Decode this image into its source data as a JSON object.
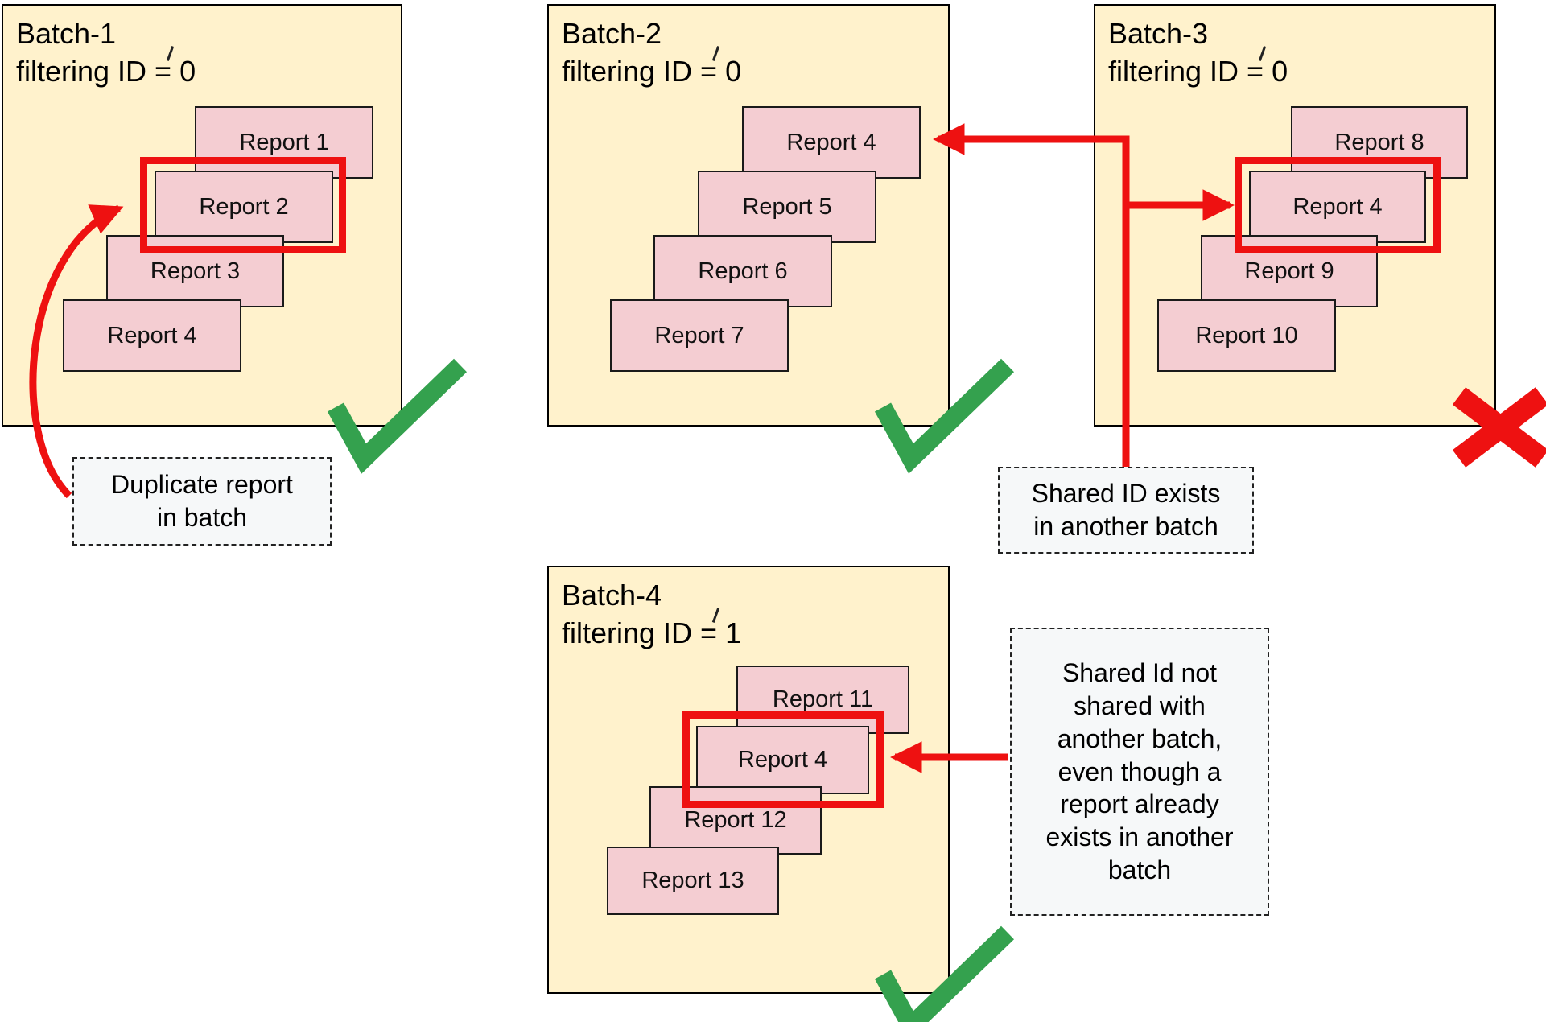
{
  "colors": {
    "batch_fill": "#FFF2CC",
    "report_fill": "#F4CDD2",
    "accent_red": "#EE1111",
    "check_green": "#34A14E",
    "note_fill": "#F6F8F9"
  },
  "batches": [
    {
      "title": "Batch-1\nfiltering ID = 0",
      "reports": [
        "Report 1",
        "Report 2",
        "Report 3",
        "Report 4"
      ],
      "highlighted_report": "Report 2",
      "status": "valid"
    },
    {
      "title": "Batch-2\nfiltering ID = 0",
      "reports": [
        "Report 4",
        "Report 5",
        "Report 6",
        "Report 7"
      ],
      "highlighted_report": null,
      "status": "valid"
    },
    {
      "title": "Batch-3\nfiltering ID = 0",
      "reports": [
        "Report 8",
        "Report 4",
        "Report 9",
        "Report 10"
      ],
      "highlighted_report": "Report 4",
      "status": "invalid"
    },
    {
      "title": "Batch-4\nfiltering ID = 1",
      "reports": [
        "Report 11",
        "Report 4",
        "Report 12",
        "Report 13"
      ],
      "highlighted_report": "Report 4",
      "status": "valid"
    }
  ],
  "annotations": {
    "duplicate": {
      "text": "Duplicate report\nin batch"
    },
    "shared_exists": {
      "text": "Shared ID exists\nin another batch"
    },
    "shared_not": {
      "text": "Shared Id not\nshared with\nanother batch,\neven though a\nreport already\nexists in another\nbatch"
    }
  }
}
